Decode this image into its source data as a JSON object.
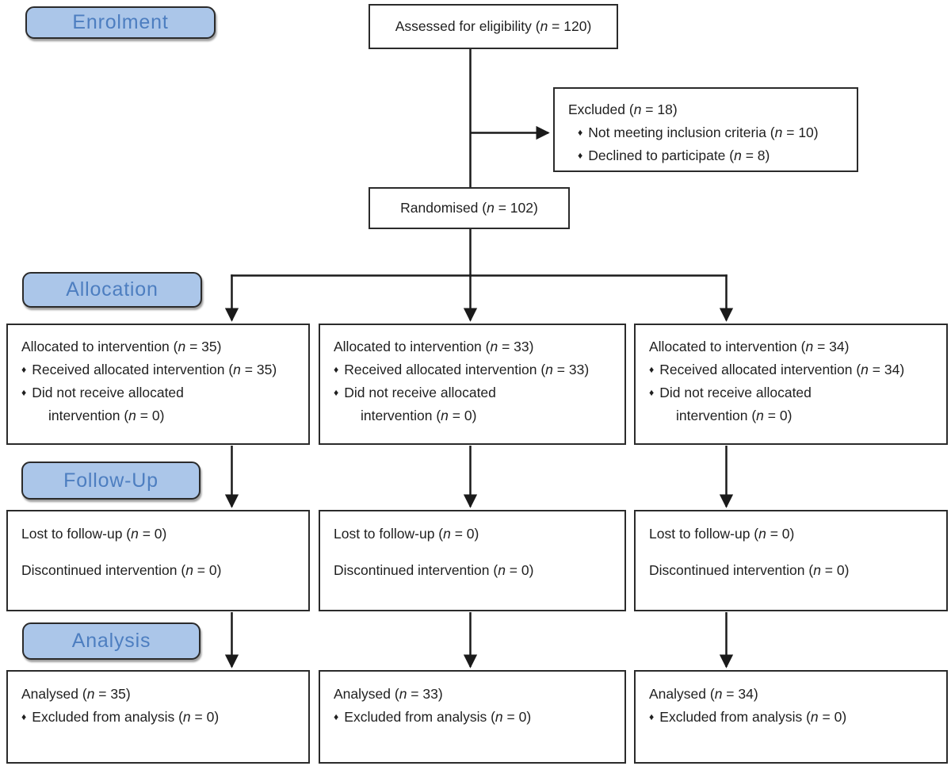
{
  "meta": {
    "bullet_char": "♦",
    "colors": {
      "background": "#ffffff",
      "label_fill": "#abc6e9",
      "label_text": "#4d7ec0",
      "label_border": "#2b2b2b",
      "box_border": "#2b2b2b",
      "line_color": "#1a1a1a"
    }
  },
  "section_labels": {
    "enrolment": "Enrolment",
    "allocation": "Allocation",
    "followup": "Follow-Up",
    "analysis": "Analysis"
  },
  "boxes": {
    "assessed": {
      "lines": [
        {
          "seg": [
            {
              "t": "Assessed for eligibility ("
            },
            {
              "t": "n",
              "i": true
            },
            {
              "t": " = 120)"
            }
          ]
        }
      ]
    },
    "excluded": {
      "lines": [
        {
          "seg": [
            {
              "t": "Excluded ("
            },
            {
              "t": "n",
              "i": true
            },
            {
              "t": " = 18)"
            }
          ]
        },
        {
          "bullet": true,
          "bullet_indent": true,
          "seg": [
            {
              "t": "Not meeting inclusion criteria ("
            },
            {
              "t": "n",
              "i": true
            },
            {
              "t": " = 10)"
            }
          ]
        },
        {
          "bullet": true,
          "bullet_indent": true,
          "seg": [
            {
              "t": "Declined to participate ("
            },
            {
              "t": "n",
              "i": true
            },
            {
              "t": " = 8)"
            }
          ]
        }
      ]
    },
    "randomised": {
      "lines": [
        {
          "seg": [
            {
              "t": "Randomised ("
            },
            {
              "t": "n",
              "i": true
            },
            {
              "t": " = 102)"
            }
          ]
        }
      ]
    },
    "allocation_boxes": [
      {
        "lines": [
          {
            "seg": [
              {
                "t": "Allocated to intervention ("
              },
              {
                "t": "n",
                "i": true
              },
              {
                "t": " = 35)"
              }
            ]
          },
          {
            "bullet": true,
            "seg": [
              {
                "t": "Received allocated intervention ("
              },
              {
                "t": "n",
                "i": true
              },
              {
                "t": " = 35)"
              }
            ]
          },
          {
            "bullet": true,
            "seg": [
              {
                "t": "Did not receive allocated"
              }
            ]
          },
          {
            "indent": true,
            "seg": [
              {
                "t": "intervention ("
              },
              {
                "t": "n",
                "i": true
              },
              {
                "t": " = 0)"
              }
            ]
          }
        ]
      },
      {
        "lines": [
          {
            "seg": [
              {
                "t": "Allocated to intervention ("
              },
              {
                "t": "n",
                "i": true
              },
              {
                "t": " = 33)"
              }
            ]
          },
          {
            "bullet": true,
            "seg": [
              {
                "t": "Received allocated intervention ("
              },
              {
                "t": "n",
                "i": true
              },
              {
                "t": " = 33)"
              }
            ]
          },
          {
            "bullet": true,
            "seg": [
              {
                "t": "Did not receive allocated"
              }
            ]
          },
          {
            "indent": true,
            "seg": [
              {
                "t": "intervention ("
              },
              {
                "t": "n",
                "i": true
              },
              {
                "t": " = 0)"
              }
            ]
          }
        ]
      },
      {
        "lines": [
          {
            "seg": [
              {
                "t": "Allocated to intervention ("
              },
              {
                "t": "n",
                "i": true
              },
              {
                "t": " = 34)"
              }
            ]
          },
          {
            "bullet": true,
            "seg": [
              {
                "t": "Received allocated intervention ("
              },
              {
                "t": "n",
                "i": true
              },
              {
                "t": " = 34)"
              }
            ]
          },
          {
            "bullet": true,
            "seg": [
              {
                "t": "Did not receive allocated"
              }
            ]
          },
          {
            "indent": true,
            "seg": [
              {
                "t": "intervention ("
              },
              {
                "t": "n",
                "i": true
              },
              {
                "t": " = 0)"
              }
            ]
          }
        ]
      }
    ],
    "followup_boxes": [
      {
        "lines": [
          {
            "seg": [
              {
                "t": "Lost to follow-up ("
              },
              {
                "t": "n",
                "i": true
              },
              {
                "t": " = 0)"
              }
            ]
          },
          {
            "gap": true,
            "seg": [
              {
                "t": "Discontinued intervention ("
              },
              {
                "t": "n",
                "i": true
              },
              {
                "t": " = 0)"
              }
            ]
          }
        ]
      },
      {
        "lines": [
          {
            "seg": [
              {
                "t": "Lost to follow-up ("
              },
              {
                "t": "n",
                "i": true
              },
              {
                "t": " = 0)"
              }
            ]
          },
          {
            "gap": true,
            "seg": [
              {
                "t": "Discontinued intervention ("
              },
              {
                "t": "n",
                "i": true
              },
              {
                "t": " = 0)"
              }
            ]
          }
        ]
      },
      {
        "lines": [
          {
            "seg": [
              {
                "t": "Lost to follow-up ("
              },
              {
                "t": "n",
                "i": true
              },
              {
                "t": " = 0)"
              }
            ]
          },
          {
            "gap": true,
            "seg": [
              {
                "t": "Discontinued intervention ("
              },
              {
                "t": "n",
                "i": true
              },
              {
                "t": " = 0)"
              }
            ]
          }
        ]
      }
    ],
    "analysis_boxes": [
      {
        "lines": [
          {
            "seg": [
              {
                "t": "Analysed ("
              },
              {
                "t": "n",
                "i": true
              },
              {
                "t": " = 35)"
              }
            ]
          },
          {
            "bullet": true,
            "seg": [
              {
                "t": "Excluded from analysis ("
              },
              {
                "t": "n",
                "i": true
              },
              {
                "t": " = 0)"
              }
            ]
          }
        ]
      },
      {
        "lines": [
          {
            "seg": [
              {
                "t": "Analysed ("
              },
              {
                "t": "n",
                "i": true
              },
              {
                "t": " = 33)"
              }
            ]
          },
          {
            "bullet": true,
            "seg": [
              {
                "t": "Excluded from analysis ("
              },
              {
                "t": "n",
                "i": true
              },
              {
                "t": " = 0)"
              }
            ]
          }
        ]
      },
      {
        "lines": [
          {
            "seg": [
              {
                "t": "Analysed ("
              },
              {
                "t": "n",
                "i": true
              },
              {
                "t": " = 34)"
              }
            ]
          },
          {
            "bullet": true,
            "seg": [
              {
                "t": "Excluded from analysis ("
              },
              {
                "t": "n",
                "i": true
              },
              {
                "t": " = 0)"
              }
            ]
          }
        ]
      }
    ]
  }
}
